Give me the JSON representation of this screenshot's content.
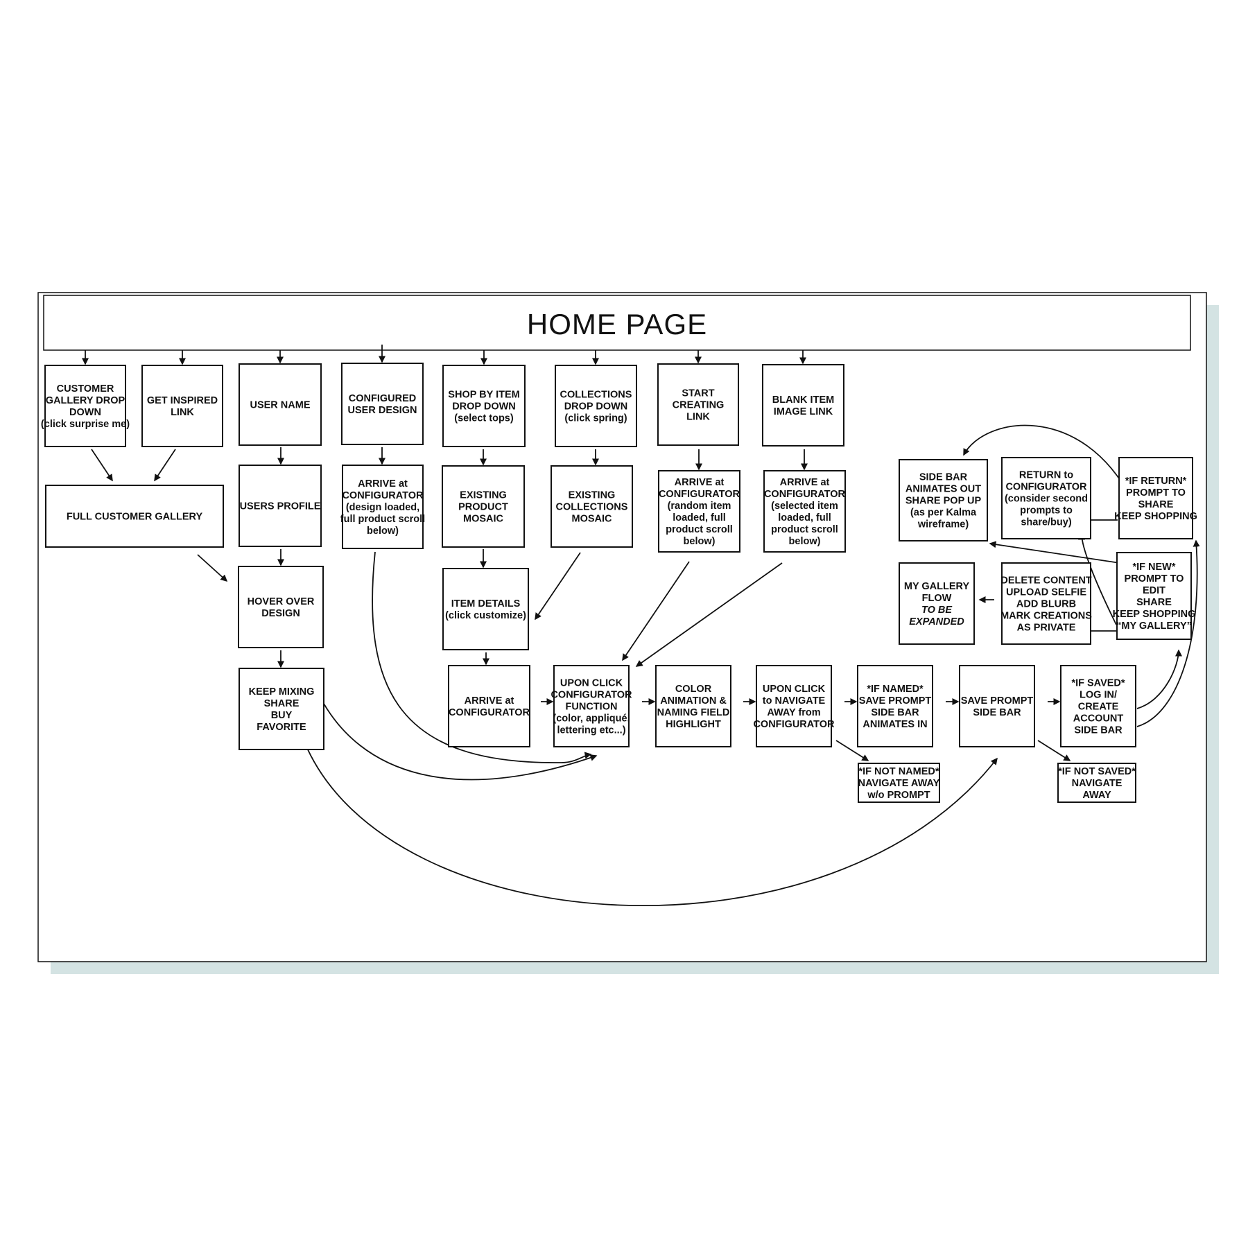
{
  "title": "HOME PAGE",
  "colors": {
    "shadow": "#d4e3e3",
    "stroke": "#111111"
  },
  "nodes": {
    "customer_gallery": {
      "lines": [
        "CUSTOMER",
        "GALLERY DROP",
        "DOWN",
        "(click surprise me)"
      ]
    },
    "get_inspired": {
      "lines": [
        "GET INSPIRED",
        "LINK"
      ]
    },
    "user_name": {
      "lines": [
        "USER NAME"
      ]
    },
    "configured_user_design": {
      "lines": [
        "CONFIGURED",
        "USER DESIGN"
      ]
    },
    "shop_by_item": {
      "lines": [
        "SHOP BY ITEM",
        "DROP DOWN",
        "(select tops)"
      ]
    },
    "collections_dropdown": {
      "lines": [
        "COLLECTIONS",
        "DROP DOWN",
        "(click spring)"
      ]
    },
    "start_creating": {
      "lines": [
        "START",
        "CREATING",
        "LINK"
      ]
    },
    "blank_item": {
      "lines": [
        "BLANK ITEM",
        "IMAGE LINK"
      ]
    },
    "full_customer_gallery": {
      "lines": [
        "FULL CUSTOMER GALLERY"
      ]
    },
    "users_profile": {
      "lines": [
        "USERS PROFILE"
      ]
    },
    "arrive_design_loaded": {
      "lines": [
        "ARRIVE at",
        "CONFIGURATOR",
        "(design loaded,",
        "full product scroll",
        "below)"
      ]
    },
    "existing_product_mosaic": {
      "lines": [
        "EXISTING",
        "PRODUCT",
        "MOSAIC"
      ]
    },
    "existing_collections_mosaic": {
      "lines": [
        "EXISTING",
        "COLLECTIONS",
        "MOSAIC"
      ]
    },
    "arrive_random_item": {
      "lines": [
        "ARRIVE at",
        "CONFIGURATOR",
        "(random item",
        "loaded, full",
        "product scroll",
        "below)"
      ]
    },
    "arrive_selected_item": {
      "lines": [
        "ARRIVE at",
        "CONFIGURATOR",
        "(selected item",
        "loaded, full",
        "product scroll",
        "below)"
      ]
    },
    "hover_over_design": {
      "lines": [
        "HOVER OVER",
        "DESIGN"
      ]
    },
    "item_details": {
      "lines": [
        "ITEM DETAILS",
        "(click customize)"
      ]
    },
    "keep_mixing": {
      "lines": [
        "KEEP MIXING",
        "SHARE",
        "BUY",
        "FAVORITE"
      ]
    },
    "arrive_configurator": {
      "lines": [
        "ARRIVE at",
        "CONFIGURATOR"
      ]
    },
    "upon_click_function": {
      "lines": [
        "UPON CLICK",
        "CONFIGURATOR",
        "FUNCTION",
        "(color, appliqué,",
        "lettering etc...)"
      ]
    },
    "color_animation": {
      "lines": [
        "COLOR",
        "ANIMATION &",
        "NAMING FIELD",
        "HIGHLIGHT"
      ]
    },
    "upon_click_navigate": {
      "lines": [
        "UPON CLICK",
        "to NAVIGATE",
        "AWAY from",
        "CONFIGURATOR"
      ]
    },
    "if_named": {
      "lines": [
        "*IF NAMED*",
        "SAVE PROMPT",
        "SIDE BAR",
        "ANIMATES IN"
      ]
    },
    "save_prompt": {
      "lines": [
        "SAVE PROMPT",
        "SIDE BAR"
      ]
    },
    "if_saved": {
      "lines": [
        "*IF SAVED*",
        "LOG IN/",
        "CREATE",
        "ACCOUNT",
        "SIDE BAR"
      ]
    },
    "if_not_named": {
      "lines": [
        "*IF NOT NAMED*",
        "NAVIGATE AWAY",
        "w/o PROMPT"
      ]
    },
    "if_not_saved": {
      "lines": [
        "*IF NOT SAVED*",
        "NAVIGATE",
        "AWAY"
      ]
    },
    "side_bar_share": {
      "lines": [
        "SIDE BAR",
        "ANIMATES OUT",
        "SHARE POP UP",
        "(as per Kalma",
        "wireframe)"
      ]
    },
    "return_configurator": {
      "lines": [
        "RETURN to",
        "CONFIGURATOR",
        "(consider second",
        "prompts to",
        "share/buy)"
      ]
    },
    "if_return": {
      "lines": [
        "*IF RETURN*",
        "PROMPT TO",
        "SHARE",
        "KEEP SHOPPING"
      ]
    },
    "my_gallery_flow": {
      "lines": [
        "MY GALLERY",
        "FLOW",
        "TO BE",
        "EXPANDED"
      ]
    },
    "delete_content": {
      "lines": [
        "DELETE CONTENT",
        "UPLOAD SELFIE",
        "ADD BLURB",
        "MARK CREATIONS",
        "AS PRIVATE"
      ]
    },
    "if_new": {
      "lines": [
        "*IF NEW*",
        "PROMPT TO",
        "EDIT",
        "SHARE",
        "KEEP SHOPPING",
        "“MY GALLERY”"
      ]
    }
  }
}
